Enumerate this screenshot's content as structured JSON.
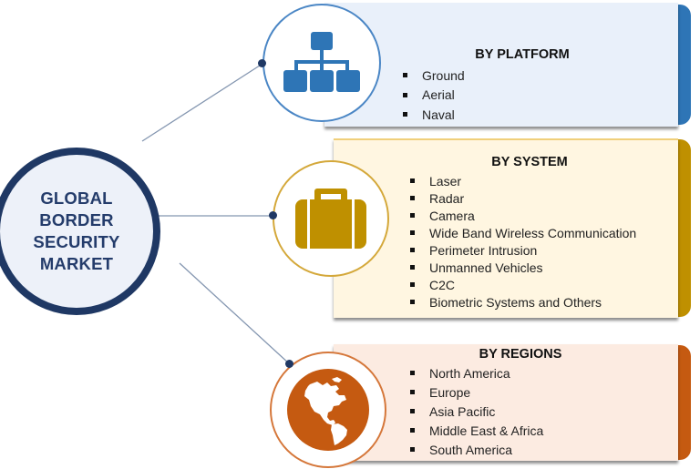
{
  "main": {
    "title": "GLOBAL\nBORDER\nSECURITY\nMARKET"
  },
  "colors": {
    "main_border": "#1f3864",
    "main_fill": "#edf1f9",
    "platform_accent": "#2e75b6",
    "platform_fill": "#e9f0fa",
    "system_accent": "#bf9000",
    "system_fill": "#fff6e1",
    "regions_accent": "#c55a11",
    "regions_fill": "#fcebe1",
    "connector": "#8496b0"
  },
  "segments": [
    {
      "id": "platform",
      "title": "BY PLATFORM",
      "icon": "org-chart-icon",
      "items": [
        "Ground",
        "Aerial",
        "Naval"
      ]
    },
    {
      "id": "system",
      "title": "BY SYSTEM",
      "icon": "briefcase-icon",
      "items": [
        "Laser",
        "Radar",
        "Camera",
        "Wide Band Wireless Communication",
        "Perimeter Intrusion",
        "Unmanned Vehicles",
        "C2C",
        "Biometric Systems and Others"
      ]
    },
    {
      "id": "regions",
      "title": "BY REGIONS",
      "icon": "globe-icon",
      "items": [
        "North America",
        "Europe",
        "Asia Pacific",
        "Middle East & Africa",
        "South America"
      ]
    }
  ]
}
